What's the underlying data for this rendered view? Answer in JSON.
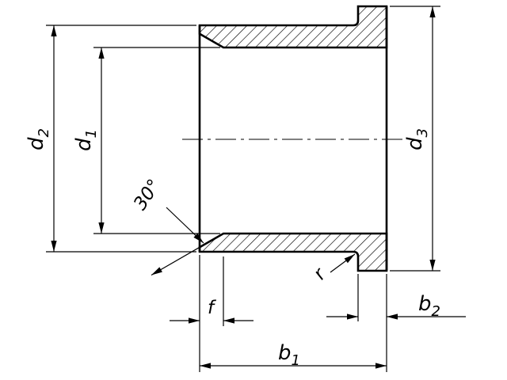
{
  "drawing": {
    "labels": {
      "d2": {
        "base": "d",
        "sub": "2"
      },
      "d1": {
        "base": "d",
        "sub": "1"
      },
      "d3": {
        "base": "d",
        "sub": "3"
      },
      "b1": {
        "base": "b",
        "sub": "1"
      },
      "b2": {
        "base": "b",
        "sub": "2"
      },
      "f": "f",
      "r": "r",
      "chamfer_angle": "30°"
    },
    "colors": {
      "line": "#000000",
      "background": "#ffffff"
    }
  }
}
